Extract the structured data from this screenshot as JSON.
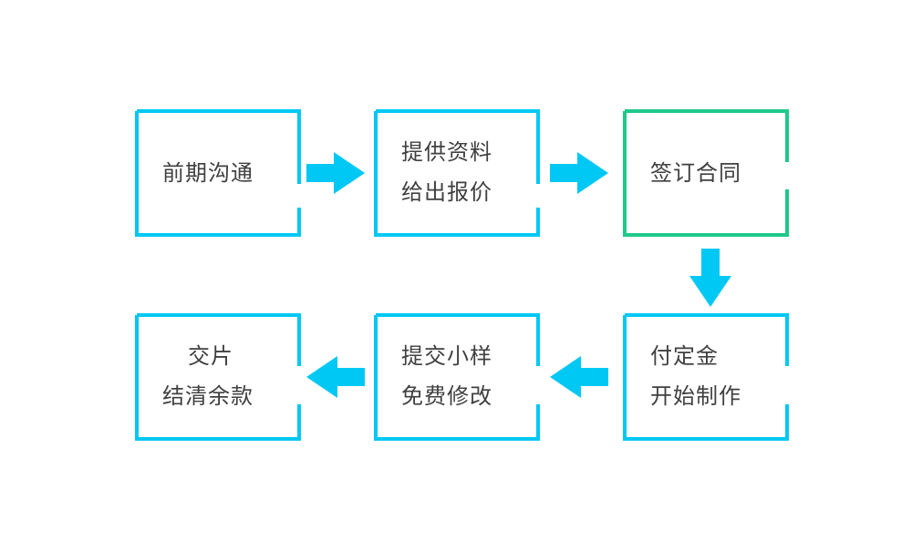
{
  "steps": [
    {
      "line1": "前期沟通",
      "line2": "",
      "color": "#00c8f4"
    },
    {
      "line1": "提供资料",
      "line2": "给出报价",
      "color": "#00c8f4"
    },
    {
      "line1": "签订合同",
      "line2": "",
      "color": "#1ec98a"
    },
    {
      "line1": "付定金",
      "line2": "开始制作",
      "color": "#00c8f4"
    },
    {
      "line1": "提交小样",
      "line2": "免费修改",
      "color": "#00c8f4"
    },
    {
      "line1": "交片",
      "line2": "结清余款",
      "color": "#00c8f4"
    }
  ],
  "arrow_color": "#00c8f4"
}
